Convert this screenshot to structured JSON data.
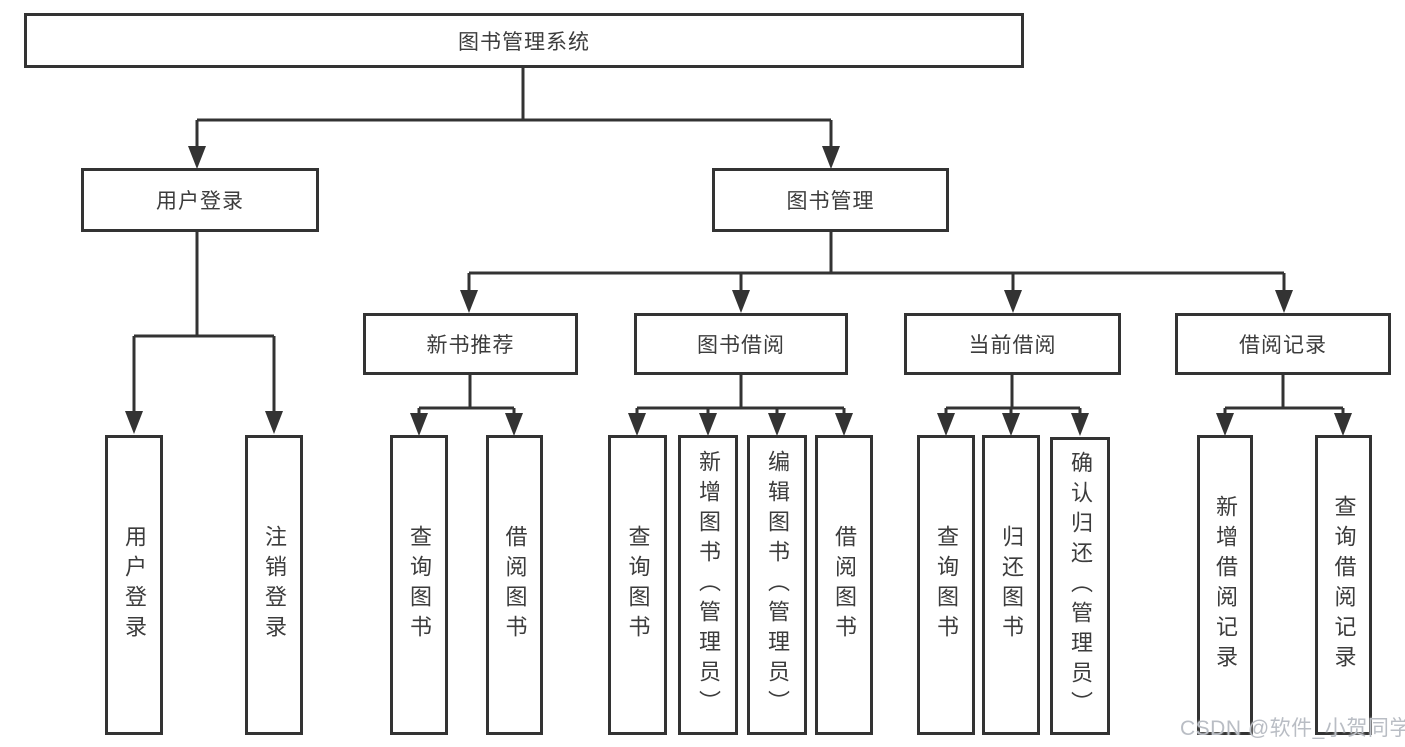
{
  "tree": {
    "root": "图书管理系统",
    "branches": [
      {
        "label": "用户登录",
        "children": [
          "用户登录",
          "注销登录"
        ]
      },
      {
        "label": "图书管理",
        "groups": [
          {
            "label": "新书推荐",
            "children": [
              "查询图书",
              "借阅图书"
            ]
          },
          {
            "label": "图书借阅",
            "children": [
              "查询图书",
              "新增图书（管理员）",
              "编辑图书（管理员）",
              "借阅图书"
            ]
          },
          {
            "label": "当前借阅",
            "children": [
              "查询图书",
              "归还图书",
              "确认归还（管理员）"
            ]
          },
          {
            "label": "借阅记录",
            "children": [
              "新增借阅记录",
              "查询借阅记录"
            ]
          }
        ]
      }
    ]
  },
  "watermark": "CSDN @软件_小贺同学",
  "colors": {
    "line": "#333333",
    "text": "#3c3c3c",
    "watermark": "#b9bdc4",
    "background": "#ffffff"
  }
}
